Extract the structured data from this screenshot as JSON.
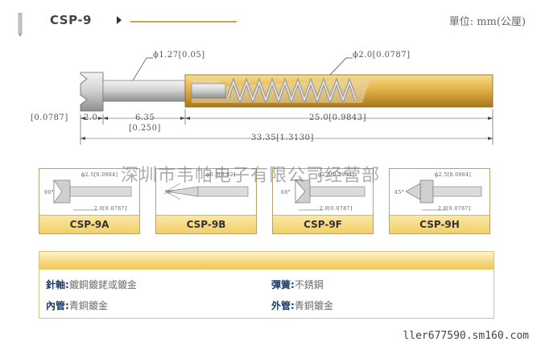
{
  "header": {
    "model": "CSP-9",
    "unit": "單位: mm(公厘)"
  },
  "drawing": {
    "dia_left": "ϕ1.27[0.05]",
    "dia_right": "ϕ2.0[0.0787]",
    "dim_left_bracket": "[0.0787]",
    "dim_2": "2.0",
    "dim_635": "6.35",
    "dim_635_in": "[0.250]",
    "dim_25": "25.0[0.9843]",
    "dim_total": "33.35[1.3130]"
  },
  "tips": [
    {
      "label": "CSP-9A",
      "dia": "ϕ2.5[0.0984]",
      "angle": "90°",
      "len": "2.0[0.0787]"
    },
    {
      "label": "CSP-9B",
      "dia": "ϕ0.5[0.02]",
      "angle": "30°",
      "len": ""
    },
    {
      "label": "CSP-9F",
      "dia": "ϕ2.5[0.0984]",
      "angle": "60°",
      "len": "2.0[0.0787]"
    },
    {
      "label": "CSP-9H",
      "dia": "ϕ2.5[0.0984]",
      "angle": "45°",
      "len": "2.0[0.0787]"
    }
  ],
  "watermark": "深圳市韦帕电子有限公司经营部",
  "materials": {
    "plunger_key": "針軸:",
    "plunger_val": "鍍銅鍍銠或鍍金",
    "spring_key": "彈簧:",
    "spring_val": "不銹鋼",
    "barrel_key": "內管:",
    "barrel_val": "青銅鍍金",
    "tube_key": "外管:",
    "tube_val": "青銅鍍金"
  },
  "footer": {
    "url": "ller677590.sm160.com"
  },
  "colors": {
    "gold": "#d9a53a",
    "gold_light": "#f6d67a",
    "steel": "#b9b9b9",
    "navy": "#1f3d6b"
  }
}
